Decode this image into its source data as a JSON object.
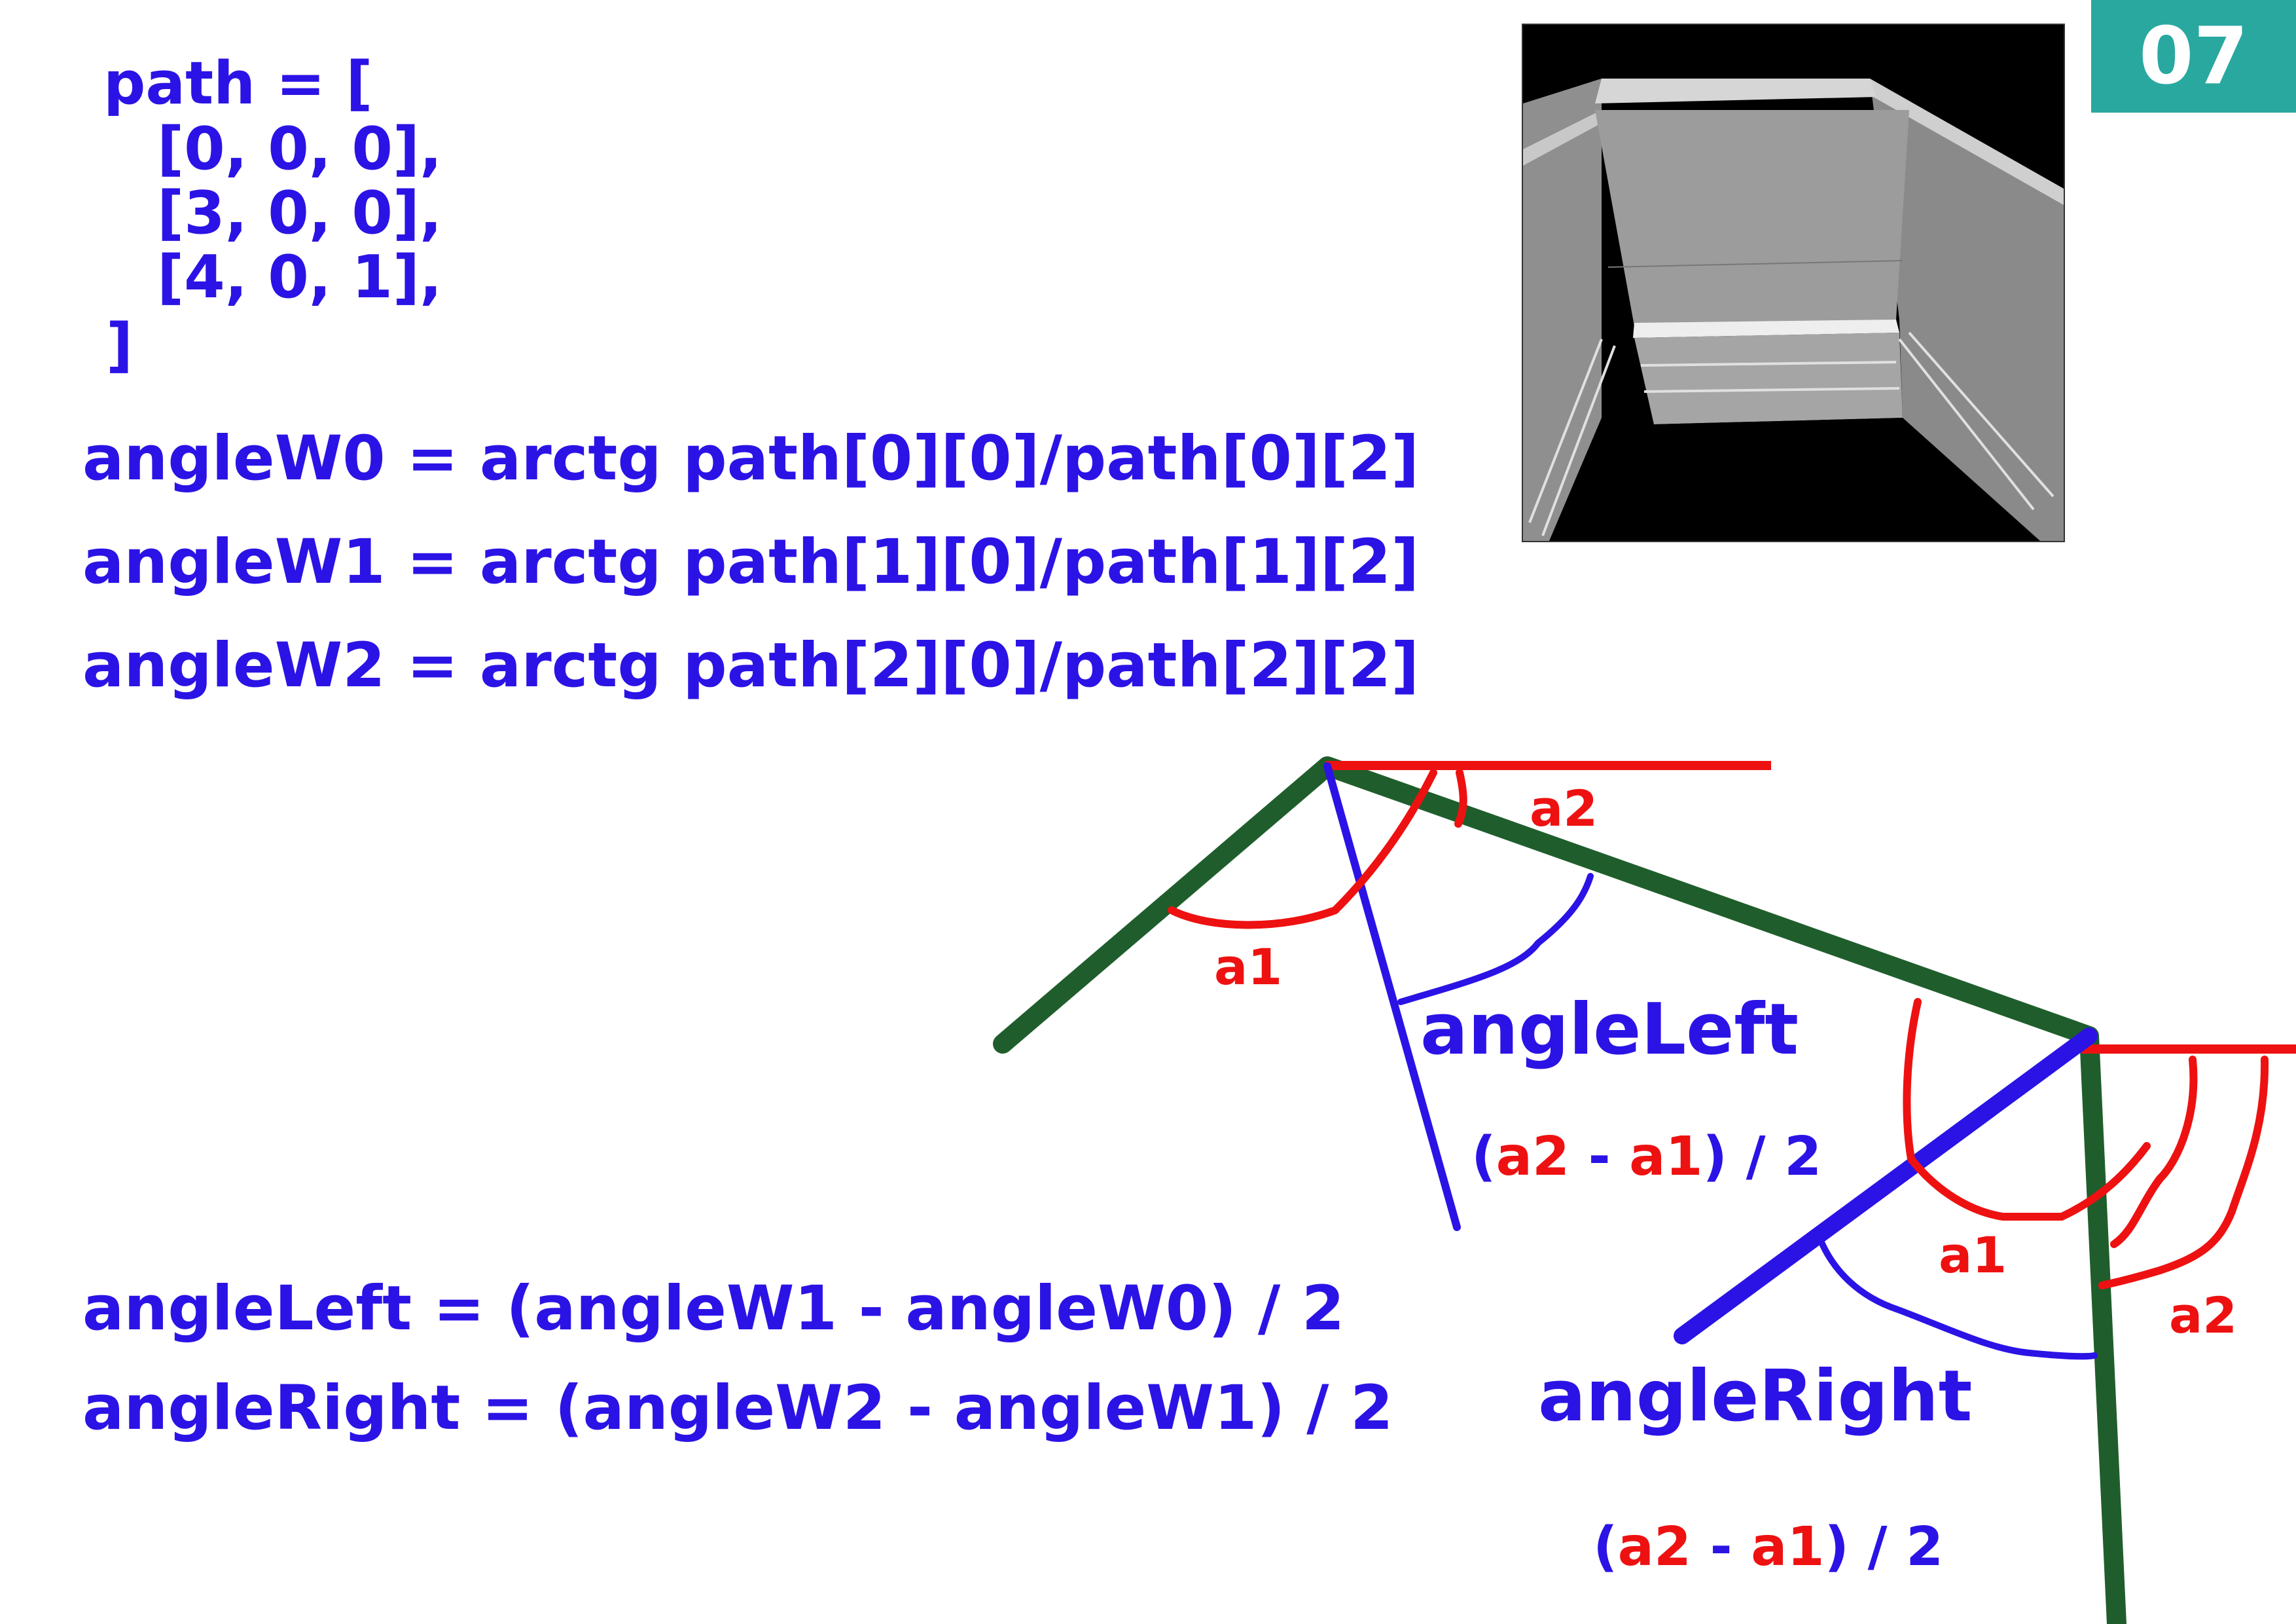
{
  "slide_number": "07",
  "code": {
    "open": "path = [",
    "rows": [
      "[0, 0, 0],",
      "[3, 0, 0],",
      "[4, 0, 1],"
    ],
    "close": "]"
  },
  "angle_formulas": [
    "angleW0 = arctg path[0][0]/path[0][2]",
    "angleW1 = arctg path[1][0]/path[1][2]",
    "angleW2 = arctg path[2][0]/path[2][2]"
  ],
  "result_formulas": [
    "angleLeft = (angleW1 - angleW0) / 2",
    "angleRight = (angleW2 - angleW1) / 2"
  ],
  "diagram": {
    "a1": "a1",
    "a2": "a2",
    "angle_left": "angleLeft",
    "angle_right": "angleRight",
    "paren_open": "(",
    "minus": " - ",
    "paren_close": ") / 2"
  },
  "colors": {
    "text_blue": "#2b13e6",
    "accent_red": "#ee1111",
    "path_green": "#1f5e2c",
    "badge_teal": "#29a8a0"
  }
}
